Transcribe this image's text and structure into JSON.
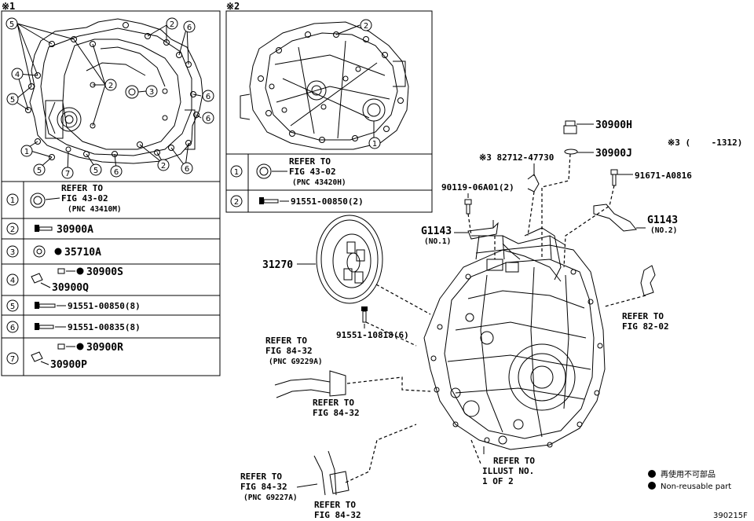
{
  "inset1": {
    "marker": "※1",
    "callouts": [
      "5",
      "2",
      "6",
      "4",
      "2",
      "3",
      "6",
      "5",
      "6",
      "1",
      "2",
      "5",
      "7",
      "5",
      "6",
      "6"
    ],
    "rows": [
      {
        "n": "1",
        "l1": "REFER TO",
        "l2": "FIG 43-02",
        "l3": "(PNC 43410M)"
      },
      {
        "n": "2",
        "part": "30900A"
      },
      {
        "n": "3",
        "part": "35710A"
      },
      {
        "n": "4",
        "part_a": "30900S",
        "part_b": "30900Q"
      },
      {
        "n": "5",
        "part": "91551-00850(8)"
      },
      {
        "n": "6",
        "part": "91551-00835(8)"
      },
      {
        "n": "7",
        "part_a": "30900R",
        "part_b": "30900P"
      }
    ]
  },
  "inset2": {
    "marker": "※2",
    "callouts": [
      "2",
      "1"
    ],
    "rows": [
      {
        "n": "1",
        "l1": "REFER TO",
        "l2": "FIG 43-02",
        "l3": "(PNC 43420H)"
      },
      {
        "n": "2",
        "part": "91551-00850(2)"
      }
    ]
  },
  "labels": {
    "p30900H": "30900H",
    "p30900J": "30900J",
    "p91671": "91671-A0816",
    "range": "※3 (    -1312)",
    "p82712": "※3 82712-47730",
    "p90119": "90119-06A01(2)",
    "g1143a": "G1143",
    "no1": "(NO.1)",
    "g1143b": "G1143",
    "no2": "(NO.2)",
    "p31270": "31270",
    "p91551_10818": "91551-10818(6)",
    "ref8202_1": "REFER TO",
    "ref8202_2": "FIG 82-02",
    "ref84a_1": "REFER TO",
    "ref84a_2": "FIG 84-32",
    "ref84a_3": "(PNC G9229A)",
    "ref84b_1": "REFER TO",
    "ref84b_2": "FIG 84-32",
    "illust_1": "REFER TO",
    "illust_2": "ILLUST NO.",
    "illust_3": "1 OF 2",
    "ref84c_1": "REFER TO",
    "ref84c_2": "FIG 84-32",
    "ref84c_3": "(PNC G9227A)",
    "ref84d_1": "REFER TO",
    "ref84d_2": "FIG 84-32"
  },
  "legend": {
    "jp": "再使用不可部品",
    "en": "Non-reusable part"
  },
  "figure_id": "390215F"
}
